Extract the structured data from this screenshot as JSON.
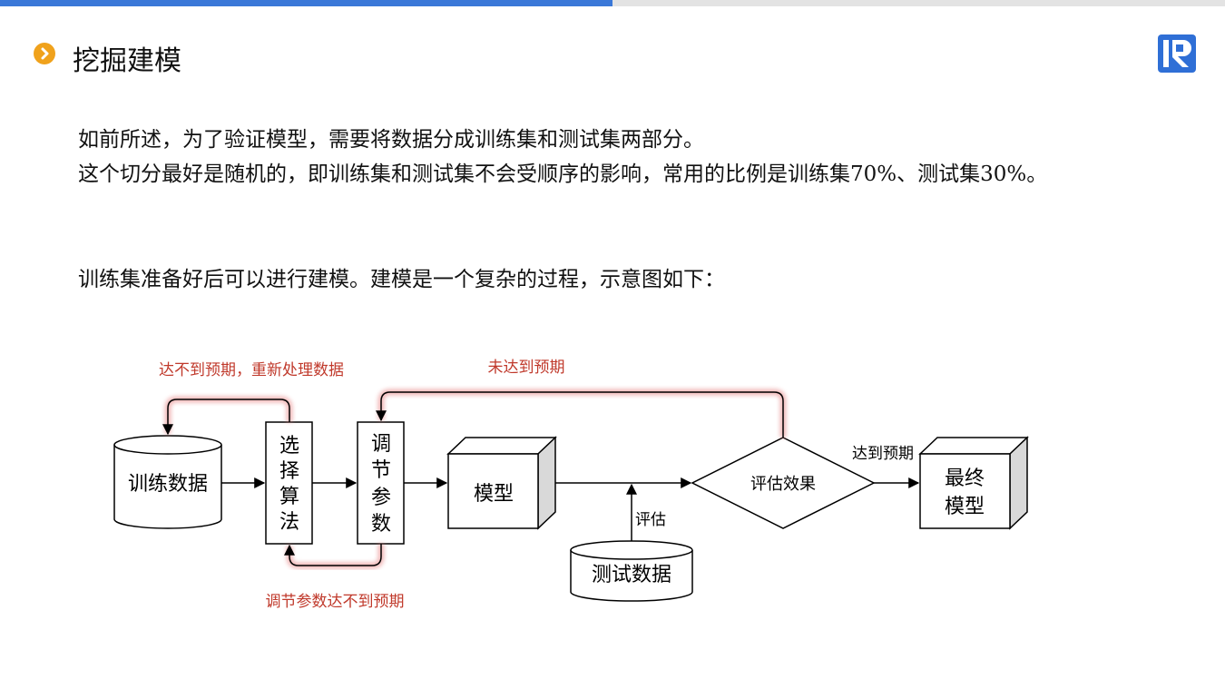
{
  "header": {
    "title": "挖掘建模"
  },
  "body": {
    "para1": "如前所述，为了验证模型，需要将数据分成训练集和测试集两部分。",
    "para2": "这个切分最好是随机的，即训练集和测试集不会受顺序的影响，常用的比例是训练集70%、测试集30%。",
    "para3": "训练集准备好后可以进行建模。建模是一个复杂的过程，示意图如下："
  },
  "diagram": {
    "training_data": "训练数据",
    "select_algo": [
      "选",
      "择",
      "算",
      "法"
    ],
    "tune_params": [
      "调",
      "节",
      "参",
      "数"
    ],
    "model": "模型",
    "evaluate": "评估效果",
    "final_model": [
      "最终",
      "模型"
    ],
    "test_data": "测试数据",
    "assess_label": "评估",
    "reach_label": "达到预期",
    "loop_reprocess": "达不到预期，重新处理数据",
    "loop_not_reached": "未达到预期",
    "loop_tune": "调节参数达不到预期"
  },
  "colors": {
    "accent_blue": "#3a78d8",
    "bullet_orange": "#f0a21c",
    "annotation_red": "#c0392b"
  }
}
